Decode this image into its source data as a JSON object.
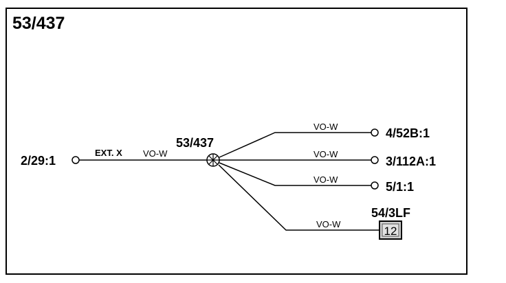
{
  "diagram": {
    "title": "53/437",
    "splice": {
      "label": "53/437"
    },
    "source": {
      "label": "2/29:1",
      "tag": "EXT. X",
      "wire": "VO-W"
    },
    "branches": [
      {
        "wire": "VO-W",
        "label": "4/52B:1"
      },
      {
        "wire": "VO-W",
        "label": "3/112A:1"
      },
      {
        "wire": "VO-W",
        "label": "5/1:1"
      },
      {
        "wire": "VO-W",
        "label": "54/3LF",
        "box": "12"
      }
    ]
  }
}
